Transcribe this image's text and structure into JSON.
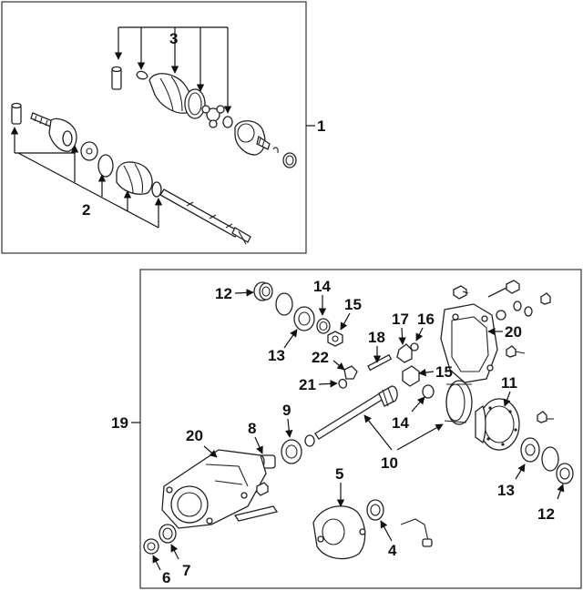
{
  "callouts": {
    "c1": "1",
    "c2": "2",
    "c3": "3",
    "c4": "4",
    "c5": "5",
    "c6": "6",
    "c7": "7",
    "c8": "8",
    "c9": "9",
    "c10": "10",
    "c11": "11",
    "c12a": "12",
    "c12b": "12",
    "c13a": "13",
    "c13b": "13",
    "c14a": "14",
    "c14b": "14",
    "c15a": "15",
    "c15b": "15",
    "c16": "16",
    "c17": "17",
    "c18": "18",
    "c19": "19",
    "c20a": "20",
    "c20b": "20",
    "c21": "21",
    "c22": "22"
  }
}
